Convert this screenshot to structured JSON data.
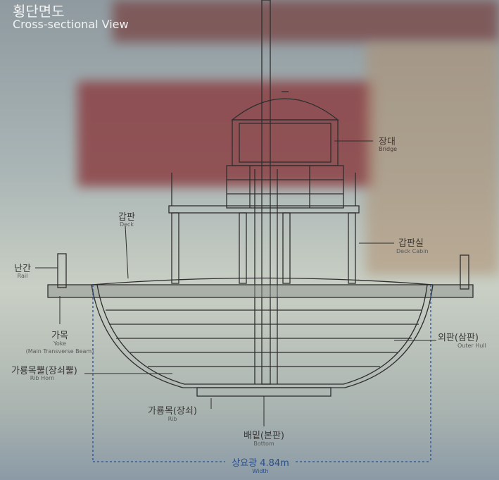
{
  "title": {
    "ko": "횡단면도",
    "en": "Cross-sectional View"
  },
  "labels": {
    "bridge": {
      "ko": "장대",
      "en": "Bridge"
    },
    "deck": {
      "ko": "갑판",
      "en": "Deck"
    },
    "deck_cabin": {
      "ko": "갑판실",
      "en": "Deck Cabin"
    },
    "rail": {
      "ko": "난간",
      "en": "Rail"
    },
    "yoke": {
      "ko": "가목",
      "en": "Yoke",
      "en2": "(Main Transverse Beam)"
    },
    "outer_hull": {
      "ko": "외판(삼판)",
      "en": "Outer Hull"
    },
    "rib_horn": {
      "ko": "가룡목뿔(장쇠뿔)",
      "en": "Rib Horn"
    },
    "rib": {
      "ko": "가룡목(장쇠)",
      "en": "Rib"
    },
    "bottom": {
      "ko": "배밑(본판)",
      "en": "Bottom"
    },
    "width": {
      "ko": "상요광 4.84m",
      "en": "Width"
    }
  },
  "colors": {
    "accent_width": "#2a4f8a",
    "line": "#2e2e2e"
  }
}
